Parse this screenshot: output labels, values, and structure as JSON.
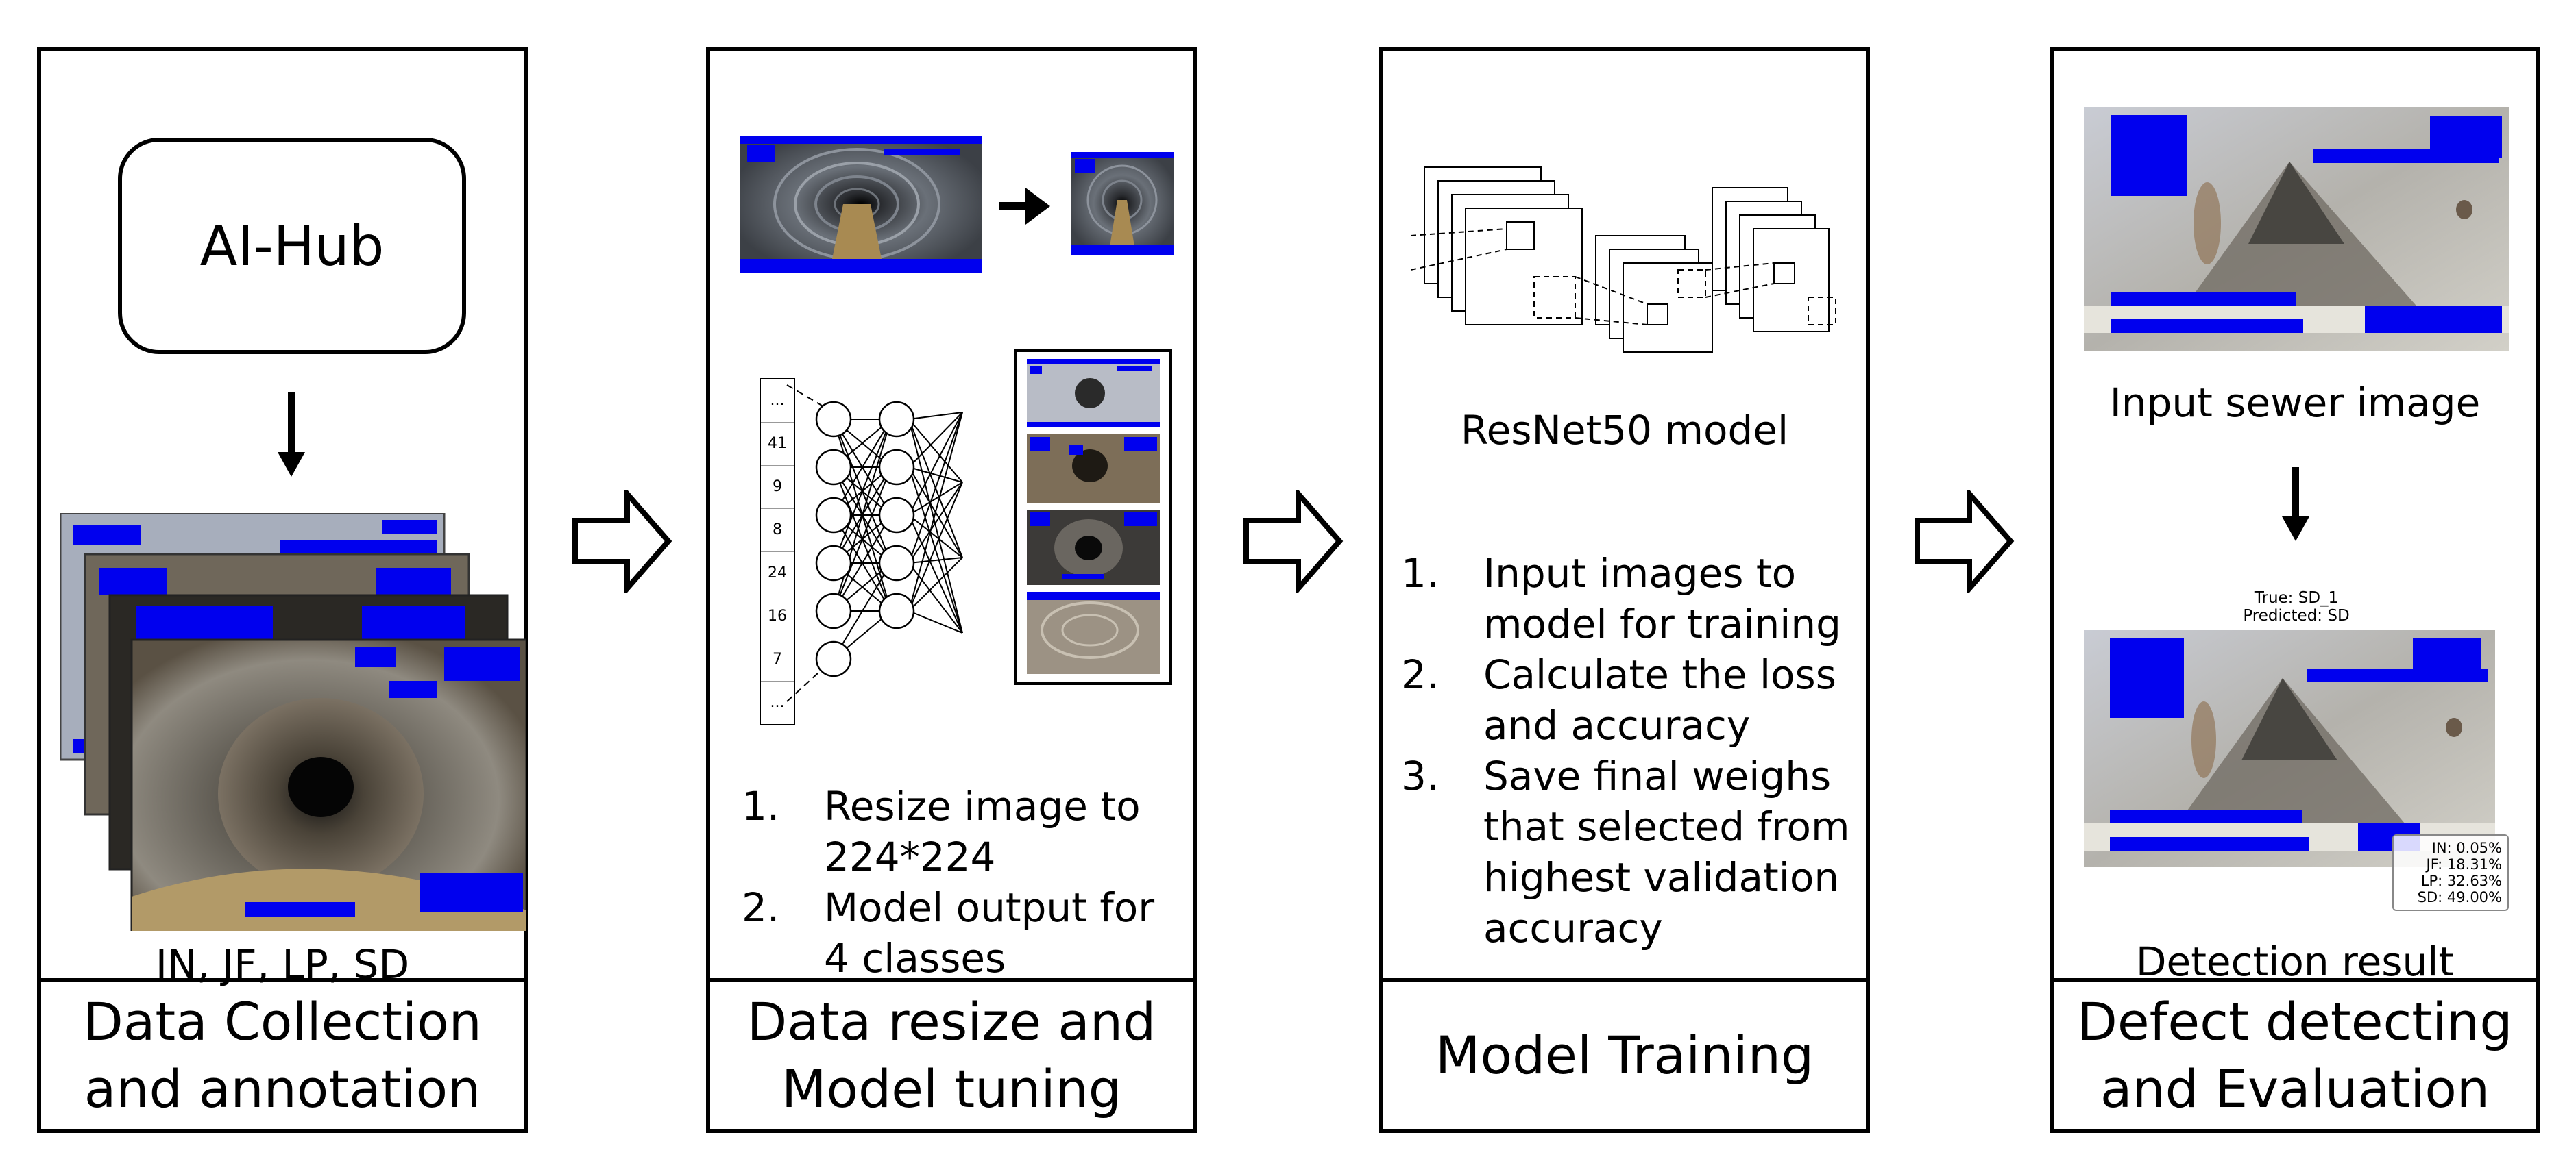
{
  "panels": [
    {
      "source": "AI-Hub",
      "classes": "IN, JF, LP, SD",
      "caption": [
        "Data Collection",
        "and annotation"
      ]
    },
    {
      "input_sequence": [
        "...",
        "41",
        "9",
        "8",
        "24",
        "16",
        "7",
        "..."
      ],
      "steps": [
        {
          "num": "1.",
          "lines": [
            "Resize image to",
            "224*224"
          ]
        },
        {
          "num": "2.",
          "lines": [
            "Model output for",
            "4 classes"
          ]
        }
      ],
      "caption": [
        "Data resize and",
        "Model tuning"
      ]
    },
    {
      "model_label": "ResNet50 model",
      "steps": [
        {
          "num": "1.",
          "lines": [
            "Input images to",
            "model for training"
          ]
        },
        {
          "num": "2.",
          "lines": [
            "Calculate the loss",
            "and accuracy"
          ]
        },
        {
          "num": "3.",
          "lines": [
            "Save final weighs",
            "that selected from",
            "highest validation",
            "accuracy"
          ]
        }
      ],
      "caption": [
        "Model Training"
      ]
    },
    {
      "input_label": "Input sewer image",
      "result_title": [
        "True: SD_1",
        "Predicted: SD"
      ],
      "probabilities": [
        "IN: 0.05%",
        "JF: 18.31%",
        "LP: 32.63%",
        "SD: 49.00%"
      ],
      "result_label": "Detection result",
      "caption": [
        "Defect detecting",
        "and Evaluation"
      ]
    }
  ],
  "colors": {
    "redaction": "#0000ee",
    "border": "#000000"
  }
}
